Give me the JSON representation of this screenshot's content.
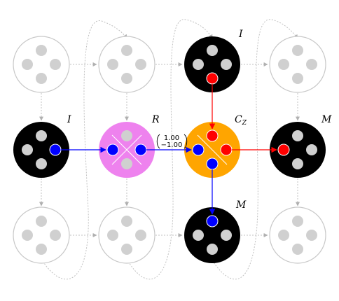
{
  "colors": {
    "inactive_stroke": "#c8c8c8",
    "inactive_port": "#d0d0d0",
    "black_node": "#000000",
    "violet_node": "#ee82ee",
    "orange_node": "#ffa500",
    "blue": "#0000ff",
    "red": "#ff0000",
    "dotted": "#c0c0c0"
  },
  "labels": {
    "n_top": "I",
    "n_left": "I",
    "n_r": "R",
    "n_cz_main": "C",
    "n_cz_sub": "Z",
    "n_right": "M",
    "n_bottom": "M",
    "matrix_top": "1.00",
    "matrix_bottom": "−1.00"
  }
}
